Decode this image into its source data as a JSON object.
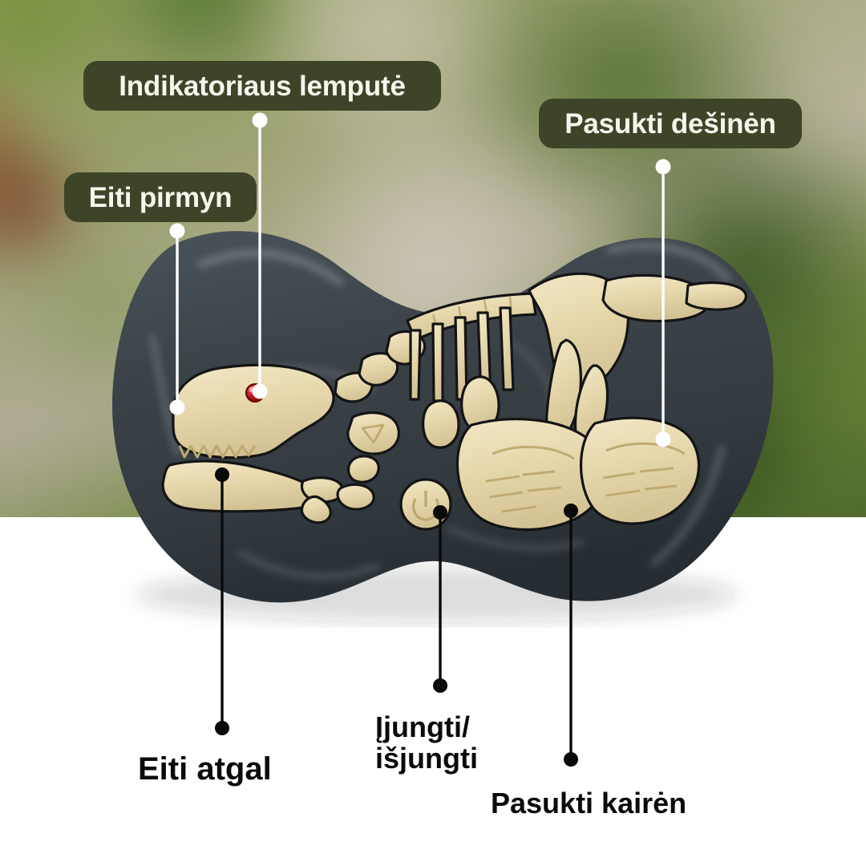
{
  "image": {
    "subject": "dinosaur-skeleton-excavation-toy",
    "background_upper": "blurred-green-foliage-photo",
    "background_lower": "#ffffff"
  },
  "theme": {
    "chip_bg": "#3e4427",
    "chip_text": "#f6f6ef",
    "plain_label_text": "#0b0b0b",
    "leader_white": "#ffffff",
    "leader_black": "#0a0a0a",
    "toy_body": "#3c4449",
    "bone": "#e6d8ae",
    "indicator_led": "#c4101a"
  },
  "callouts": {
    "indicator_light": {
      "label": "Indikatoriaus lemputė",
      "style": "chip",
      "points_to": "red-led-on-skull"
    },
    "forward": {
      "label": "Eiti pirmyn",
      "style": "chip",
      "points_to": "top-left-body-button"
    },
    "turn_right": {
      "label": "Pasukti dešinėn",
      "style": "chip",
      "points_to": "right-hind-foot-bone"
    },
    "backward": {
      "label": "Eiti atgal",
      "style": "plain",
      "points_to": "lower-jaw-bone"
    },
    "power": {
      "label": "Įjungti/\nišjungti",
      "style": "plain",
      "points_to": "round-power-button"
    },
    "turn_left": {
      "label": "Pasukti kairėn",
      "style": "plain",
      "points_to": "left-hind-foot-bone"
    }
  }
}
